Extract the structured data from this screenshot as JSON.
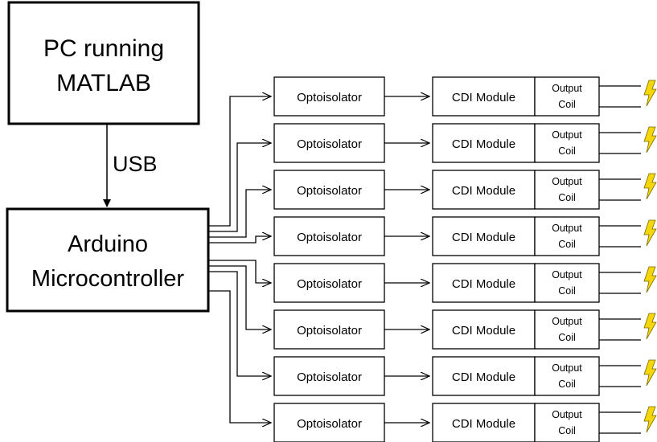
{
  "pc_box": {
    "line1": "PC running",
    "line2": "MATLAB"
  },
  "link_label": "USB",
  "mcu_box": {
    "line1": "Arduino",
    "line2": "Microcontroller"
  },
  "channels": [
    {
      "optoisolator": "Optoisolator",
      "cdi_module": "CDI Module",
      "coil_line1": "Output",
      "coil_line2": "Coil"
    },
    {
      "optoisolator": "Optoisolator",
      "cdi_module": "CDI Module",
      "coil_line1": "Output",
      "coil_line2": "Coil"
    },
    {
      "optoisolator": "Optoisolator",
      "cdi_module": "CDI Module",
      "coil_line1": "Output",
      "coil_line2": "Coil"
    },
    {
      "optoisolator": "Optoisolator",
      "cdi_module": "CDI Module",
      "coil_line1": "Output",
      "coil_line2": "Coil"
    },
    {
      "optoisolator": "Optoisolator",
      "cdi_module": "CDI Module",
      "coil_line1": "Output",
      "coil_line2": "Coil"
    },
    {
      "optoisolator": "Optoisolator",
      "cdi_module": "CDI Module",
      "coil_line1": "Output",
      "coil_line2": "Coil"
    },
    {
      "optoisolator": "Optoisolator",
      "cdi_module": "CDI Module",
      "coil_line1": "Output",
      "coil_line2": "Coil"
    },
    {
      "optoisolator": "Optoisolator",
      "cdi_module": "CDI Module",
      "coil_line1": "Output",
      "coil_line2": "Coil"
    }
  ],
  "colors": {
    "line": "#000000",
    "spark_fill": "#f5d60a",
    "spark_stroke": "#7a6a00"
  },
  "icons": {
    "spark": "lightning-bolt-icon"
  }
}
